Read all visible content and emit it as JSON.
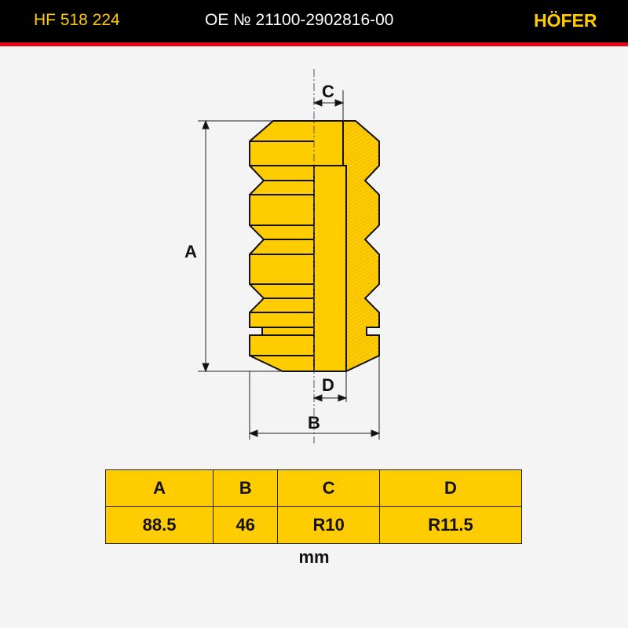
{
  "header": {
    "part_number": "HF 518 224",
    "oe_number": "OE № 21100-2902816-00",
    "brand": "HÖFER"
  },
  "drawing": {
    "labels": {
      "a": "A",
      "b": "B",
      "c": "C",
      "d": "D"
    }
  },
  "colors": {
    "accent": "#ffcc00",
    "header_bg": "#000000",
    "stripe": "#e30613"
  },
  "dimensions_table": {
    "headers": [
      "A",
      "B",
      "C",
      "D"
    ],
    "values": [
      "88.5",
      "46",
      "R10",
      "R11.5"
    ],
    "unit": "mm"
  }
}
